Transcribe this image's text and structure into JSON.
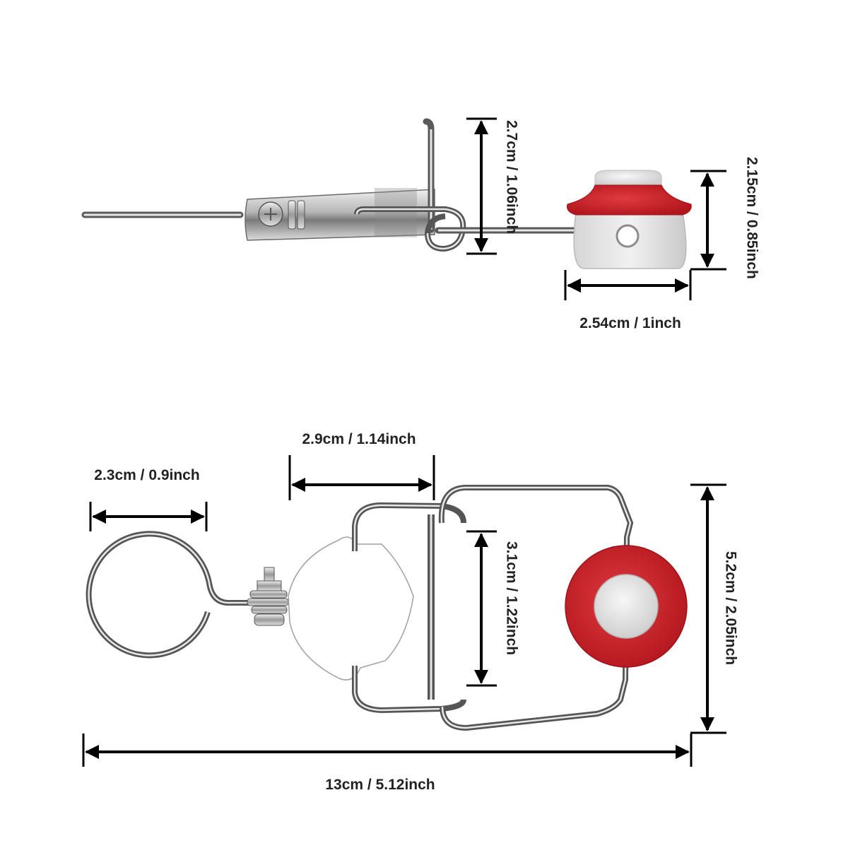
{
  "dimensions": {
    "side_height": "2.7cm / 1.06inch",
    "insulator_height": "2.15cm / 0.85inch",
    "insulator_width": "2.54cm / 1inch",
    "ring_width": "2.3cm / 0.9inch",
    "clamp_width": "2.9cm / 1.14inch",
    "inner_height": "3.1cm / 1.22inch",
    "total_height": "5.2cm / 2.05inch",
    "total_length": "13cm / 5.12inch"
  },
  "colors": {
    "line": "#000000",
    "text": "#222222",
    "metal_dark": "#4a4a4a",
    "metal_light": "#d8d8d8",
    "insulator_red": "#c8232a",
    "insulator_white": "#e6e6e6"
  }
}
